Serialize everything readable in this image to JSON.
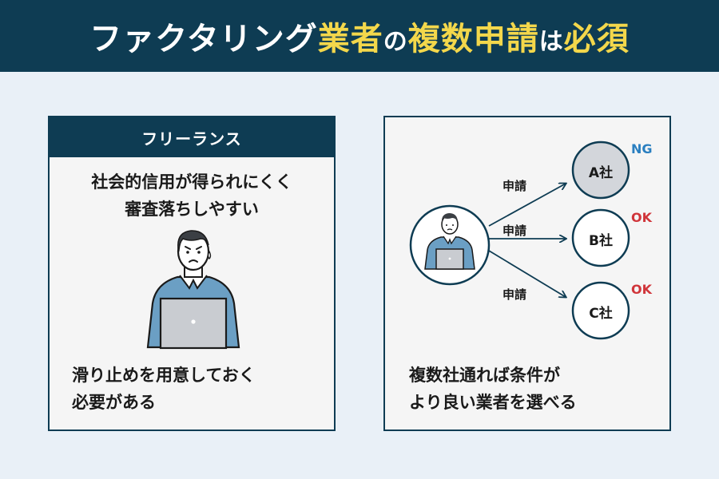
{
  "header": {
    "title_part1": "ファクタリング",
    "title_part2": "業者",
    "title_part3": "の",
    "title_part4": "複数申請",
    "title_part5": "は",
    "title_part6": "必須"
  },
  "left_panel": {
    "heading": "フリーランス",
    "top_line1": "社会的信用が得られにくく",
    "top_line2": "審査落ちしやすい",
    "bottom_line1": "滑り止めを用意しておく",
    "bottom_line2": "必要がある"
  },
  "right_panel": {
    "applications": [
      {
        "arrow_label": "申請",
        "company": "A社",
        "status": "NG",
        "status_color": "#2a7fc0",
        "fill": "#d3d6db"
      },
      {
        "arrow_label": "申請",
        "company": "B社",
        "status": "OK",
        "status_color": "#d0353a",
        "fill": "#ffffff"
      },
      {
        "arrow_label": "申請",
        "company": "C社",
        "status": "OK",
        "status_color": "#d0353a",
        "fill": "#ffffff"
      }
    ],
    "bottom_line1": "複数社通れば条件が",
    "bottom_line2": "より良い業者を選べる"
  },
  "colors": {
    "navy": "#0e3c53",
    "accent_yellow": "#f3d74b",
    "shirt_blue": "#6b9fc4",
    "laptop_gray": "#c9ccd1"
  }
}
